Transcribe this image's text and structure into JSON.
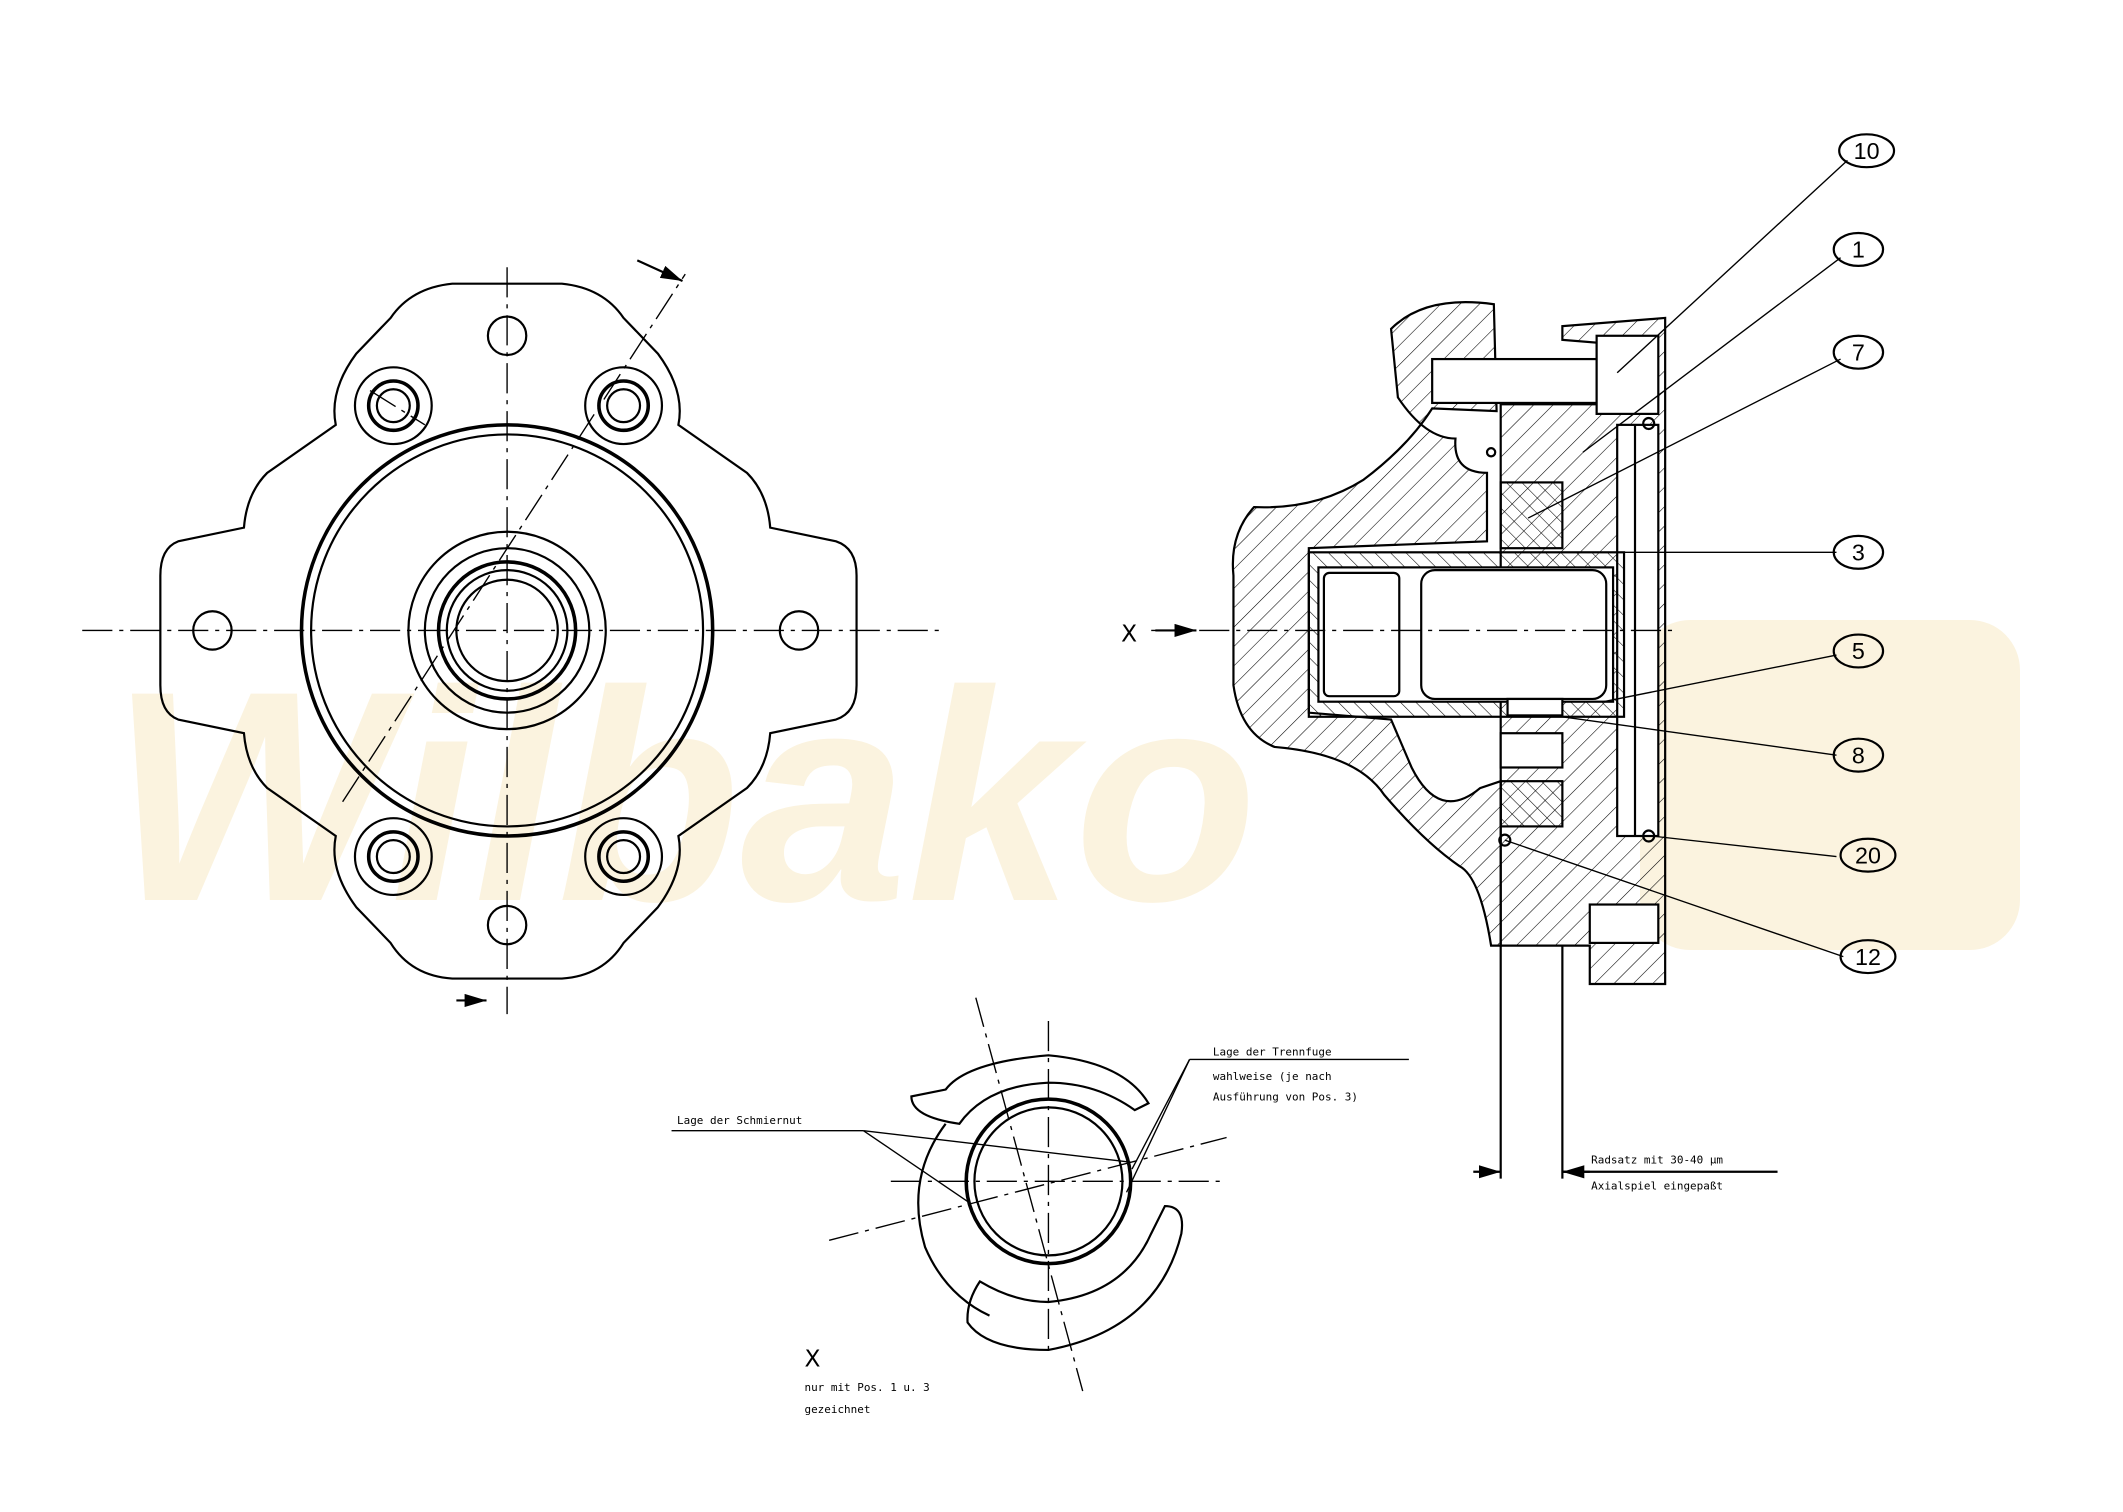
{
  "watermark": {
    "text": "Wilbako"
  },
  "section_view": {
    "view_marker": "X",
    "callouts": [
      "10",
      "1",
      "7",
      "3",
      "5",
      "8",
      "20",
      "12"
    ],
    "dimension_note": [
      "Radsatz mit 30-40 µm",
      "Axialspiel eingepaßt"
    ]
  },
  "detail_view": {
    "label": "X",
    "note": [
      "nur mit Pos. 1 u. 3",
      "gezeichnet"
    ],
    "annotation_trennfuge": [
      "Lage der Trennfuge",
      "wahlweise (je nach",
      "Ausführung von Pos. 3)"
    ],
    "annotation_schmiernut": "Lage der Schmiernut"
  }
}
